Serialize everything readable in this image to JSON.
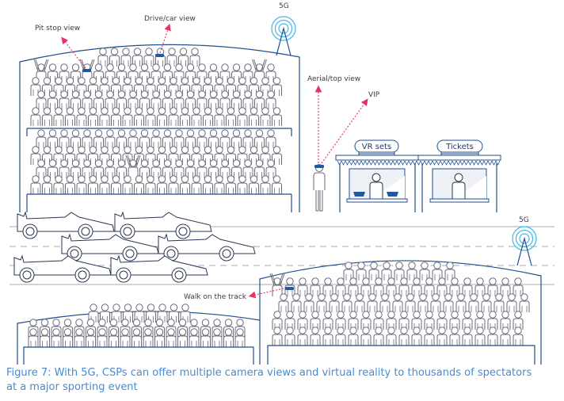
{
  "figure": {
    "caption_line1": "Figure 7: With 5G, CSPs can offer multiple camera views and virtual reality to thousands of spectators",
    "caption_line2": "at a major sporting event"
  },
  "labels": {
    "pit_stop_view": "Pit stop view",
    "drive_car_view": "Drive/car view",
    "aerial_top_view": "Aerial/top view",
    "vip": "VIP",
    "walk_on_the_track": "Walk on the track",
    "tower_top": "5G",
    "tower_bottom": "5G"
  },
  "booths": [
    {
      "sign": "VR sets"
    },
    {
      "sign": "Tickets"
    }
  ],
  "colors": {
    "navy": "#1f4e8c",
    "stroke_grey": "#6a6a78",
    "arrow_pink": "#e6335f",
    "signal_cyan": "#3cb9e8",
    "caption_blue": "#4a8ad0",
    "track_grey": "#a8a8b0",
    "headset_blue": "#1f5aa0"
  }
}
